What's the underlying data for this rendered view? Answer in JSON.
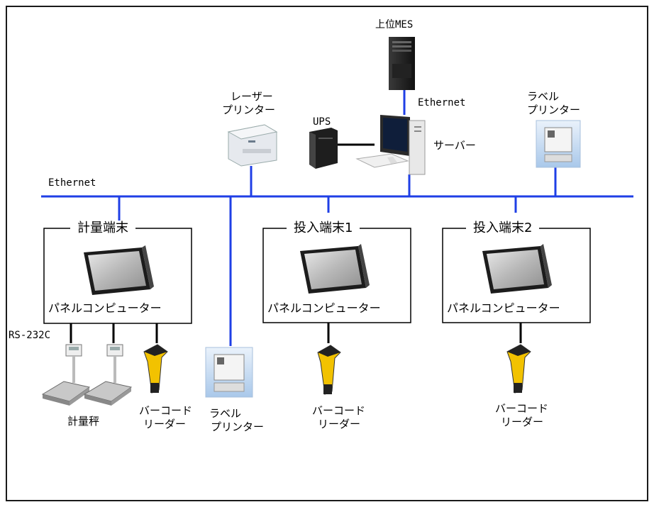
{
  "labels": {
    "mes": "上位MES",
    "ethernet_top": "Ethernet",
    "laser_printer_1": "レーザー",
    "laser_printer_2": "プリンター",
    "ups": "UPS",
    "server": "サーバー",
    "label_printer_top_1": "ラベル",
    "label_printer_top_2": "プリンター",
    "ethernet_bus": "Ethernet",
    "rs232c": "RS-232C",
    "scale": "計量秤",
    "barcode_1a": "バーコード",
    "barcode_1b": "リーダー",
    "label_printer_bottom_1": "ラベル",
    "label_printer_bottom_2": "プリンター",
    "barcode_2a": "バーコード",
    "barcode_2b": "リーダー",
    "barcode_3a": "バーコード",
    "barcode_3b": "リーダー"
  },
  "terminals": [
    {
      "title": "計量端末",
      "panel": "パネルコンピューター"
    },
    {
      "title": "投入端末1",
      "panel": "パネルコンピューター"
    },
    {
      "title": "投入端末2",
      "panel": "パネルコンピューター"
    }
  ],
  "colors": {
    "bus": "#1f3fe6",
    "frame": "#1a1a1a",
    "link": "#000000"
  }
}
